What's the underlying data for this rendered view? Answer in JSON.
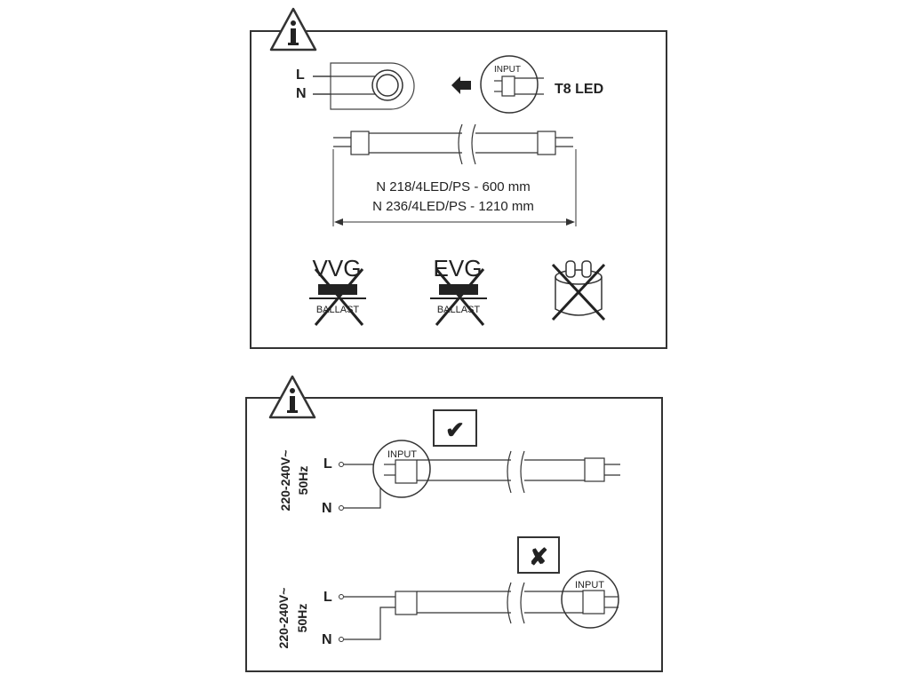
{
  "panel_top": {
    "lamp": {
      "terminal_l": "L",
      "terminal_n": "N",
      "input_label": "INPUT",
      "type_label": "T8 LED"
    },
    "models": [
      "N 218/4LED/PS - 600 mm",
      "N 236/4LED/PS - 1210 mm"
    ],
    "forbidden": [
      {
        "label": "VVG",
        "sublabel": "BALLAST"
      },
      {
        "label": "EVG",
        "sublabel": "BALLAST"
      },
      {
        "label": "",
        "sublabel": ""
      }
    ]
  },
  "panel_bottom": {
    "voltage": "220-240V~",
    "frequency": "50Hz",
    "correct": {
      "terminal_l": "L",
      "terminal_n": "N",
      "input_label": "INPUT",
      "mark": "✔"
    },
    "wrong": {
      "terminal_l": "L",
      "terminal_n": "N",
      "input_label": "INPUT",
      "mark": "✘"
    }
  },
  "icons": [
    "info-warning-icon",
    "arrow-left-icon",
    "checkmark-icon",
    "cross-icon",
    "starter-icon"
  ]
}
